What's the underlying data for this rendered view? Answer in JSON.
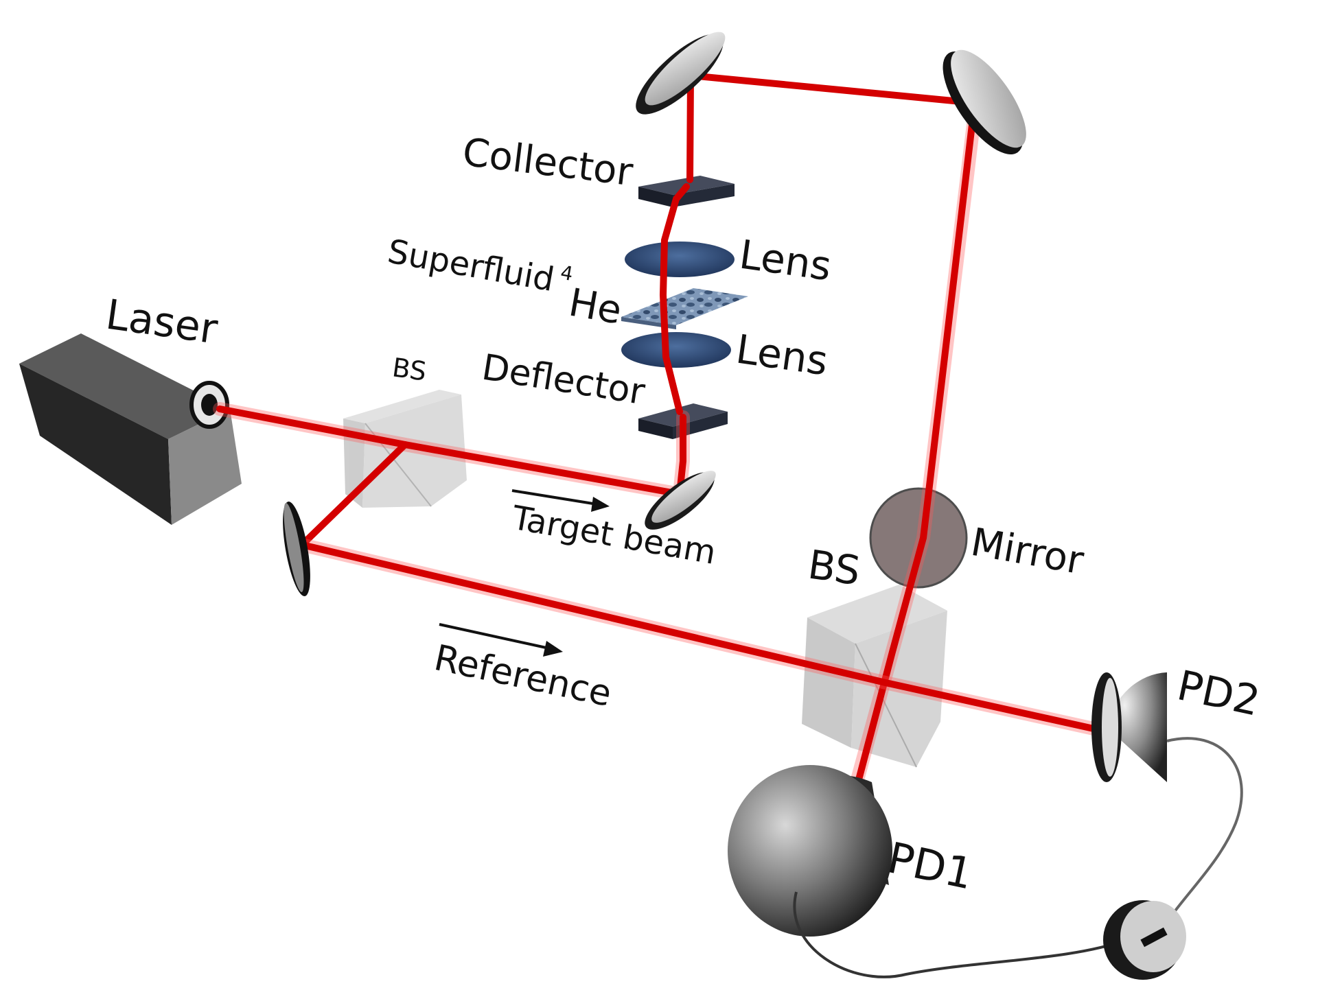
{
  "labels": {
    "laser": "Laser",
    "bs_left": "BS",
    "bs_right": "BS",
    "collector": "Collector",
    "lens_top": "Lens",
    "lens_bottom": "Lens",
    "superfluid": "Superfluid",
    "superfluid_sup": "4",
    "superfluid_he": "He",
    "deflector": "Deflector",
    "target_beam": "Target beam",
    "reference": "Reference",
    "mirror": "Mirror",
    "pd1": "PD1",
    "pd2": "PD2"
  },
  "colors": {
    "beam": "#d40000",
    "laser_body": "#3a3a3a",
    "optic_dark": "#1e2433",
    "lens": "#2e4a78",
    "bs_cube": "#c8c8c8",
    "mirror_disc": "#7a6a6a"
  }
}
